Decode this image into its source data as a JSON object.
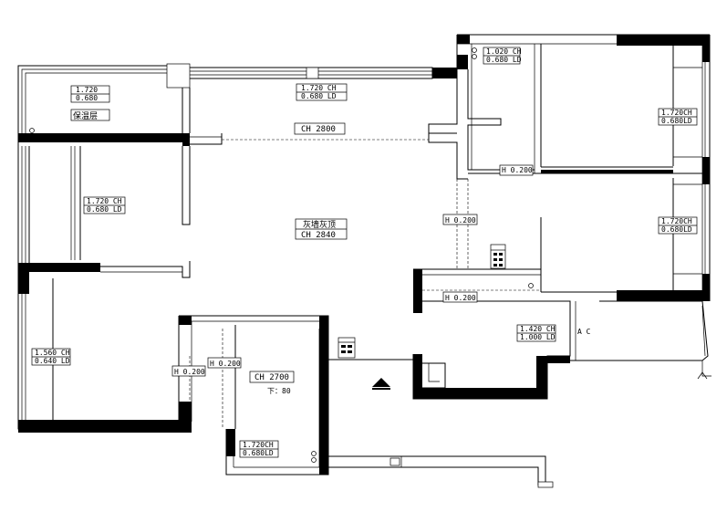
{
  "plan": {
    "labels": {
      "balcony_window_ch": "1.720",
      "balcony_window_ld": "0.680",
      "insulation_layer": "保温层",
      "top_window_ch": "1.720 CH",
      "top_window_ld": "0.680 LD",
      "top_ceiling_height": "CH  2800",
      "wc_window_ch": "1.020 CH",
      "wc_window_ld": "0.680 LD",
      "bedroom1_window_ch": "1.720CH",
      "bedroom1_window_ld": "0.680LD",
      "wc_door_h": "H 0.200",
      "left_room_window_ch": "1.720 CH",
      "left_room_window_ld": "0.680 LD",
      "main_ceiling_note": "灰墙灰顶",
      "main_ceiling_height": "CH  2840",
      "corridor_door_h1": "H 0.200",
      "bedroom2_window_ch": "1.720CH",
      "bedroom2_window_ld": "0.680LD",
      "corridor_door_h2": "H 0.200",
      "kitchen_window_ch": "1.420 CH",
      "kitchen_window_ld": "1.000 LD",
      "ac_label": "A C",
      "lower_left_window_ch": "1.560 CH",
      "lower_left_window_ld": "0.640 LD",
      "lower_door_h1": "H 0.200",
      "lower_door_h2": "H 0.200",
      "bath_ceiling_height": "CH  2700",
      "bath_floor_drop": "下：80",
      "bath_window_ch": "1.720CH",
      "bath_window_ld": "0.680LD"
    },
    "icons": [
      "entry-arrow-icon",
      "electric-panel-icon",
      "pipe-icon"
    ]
  }
}
